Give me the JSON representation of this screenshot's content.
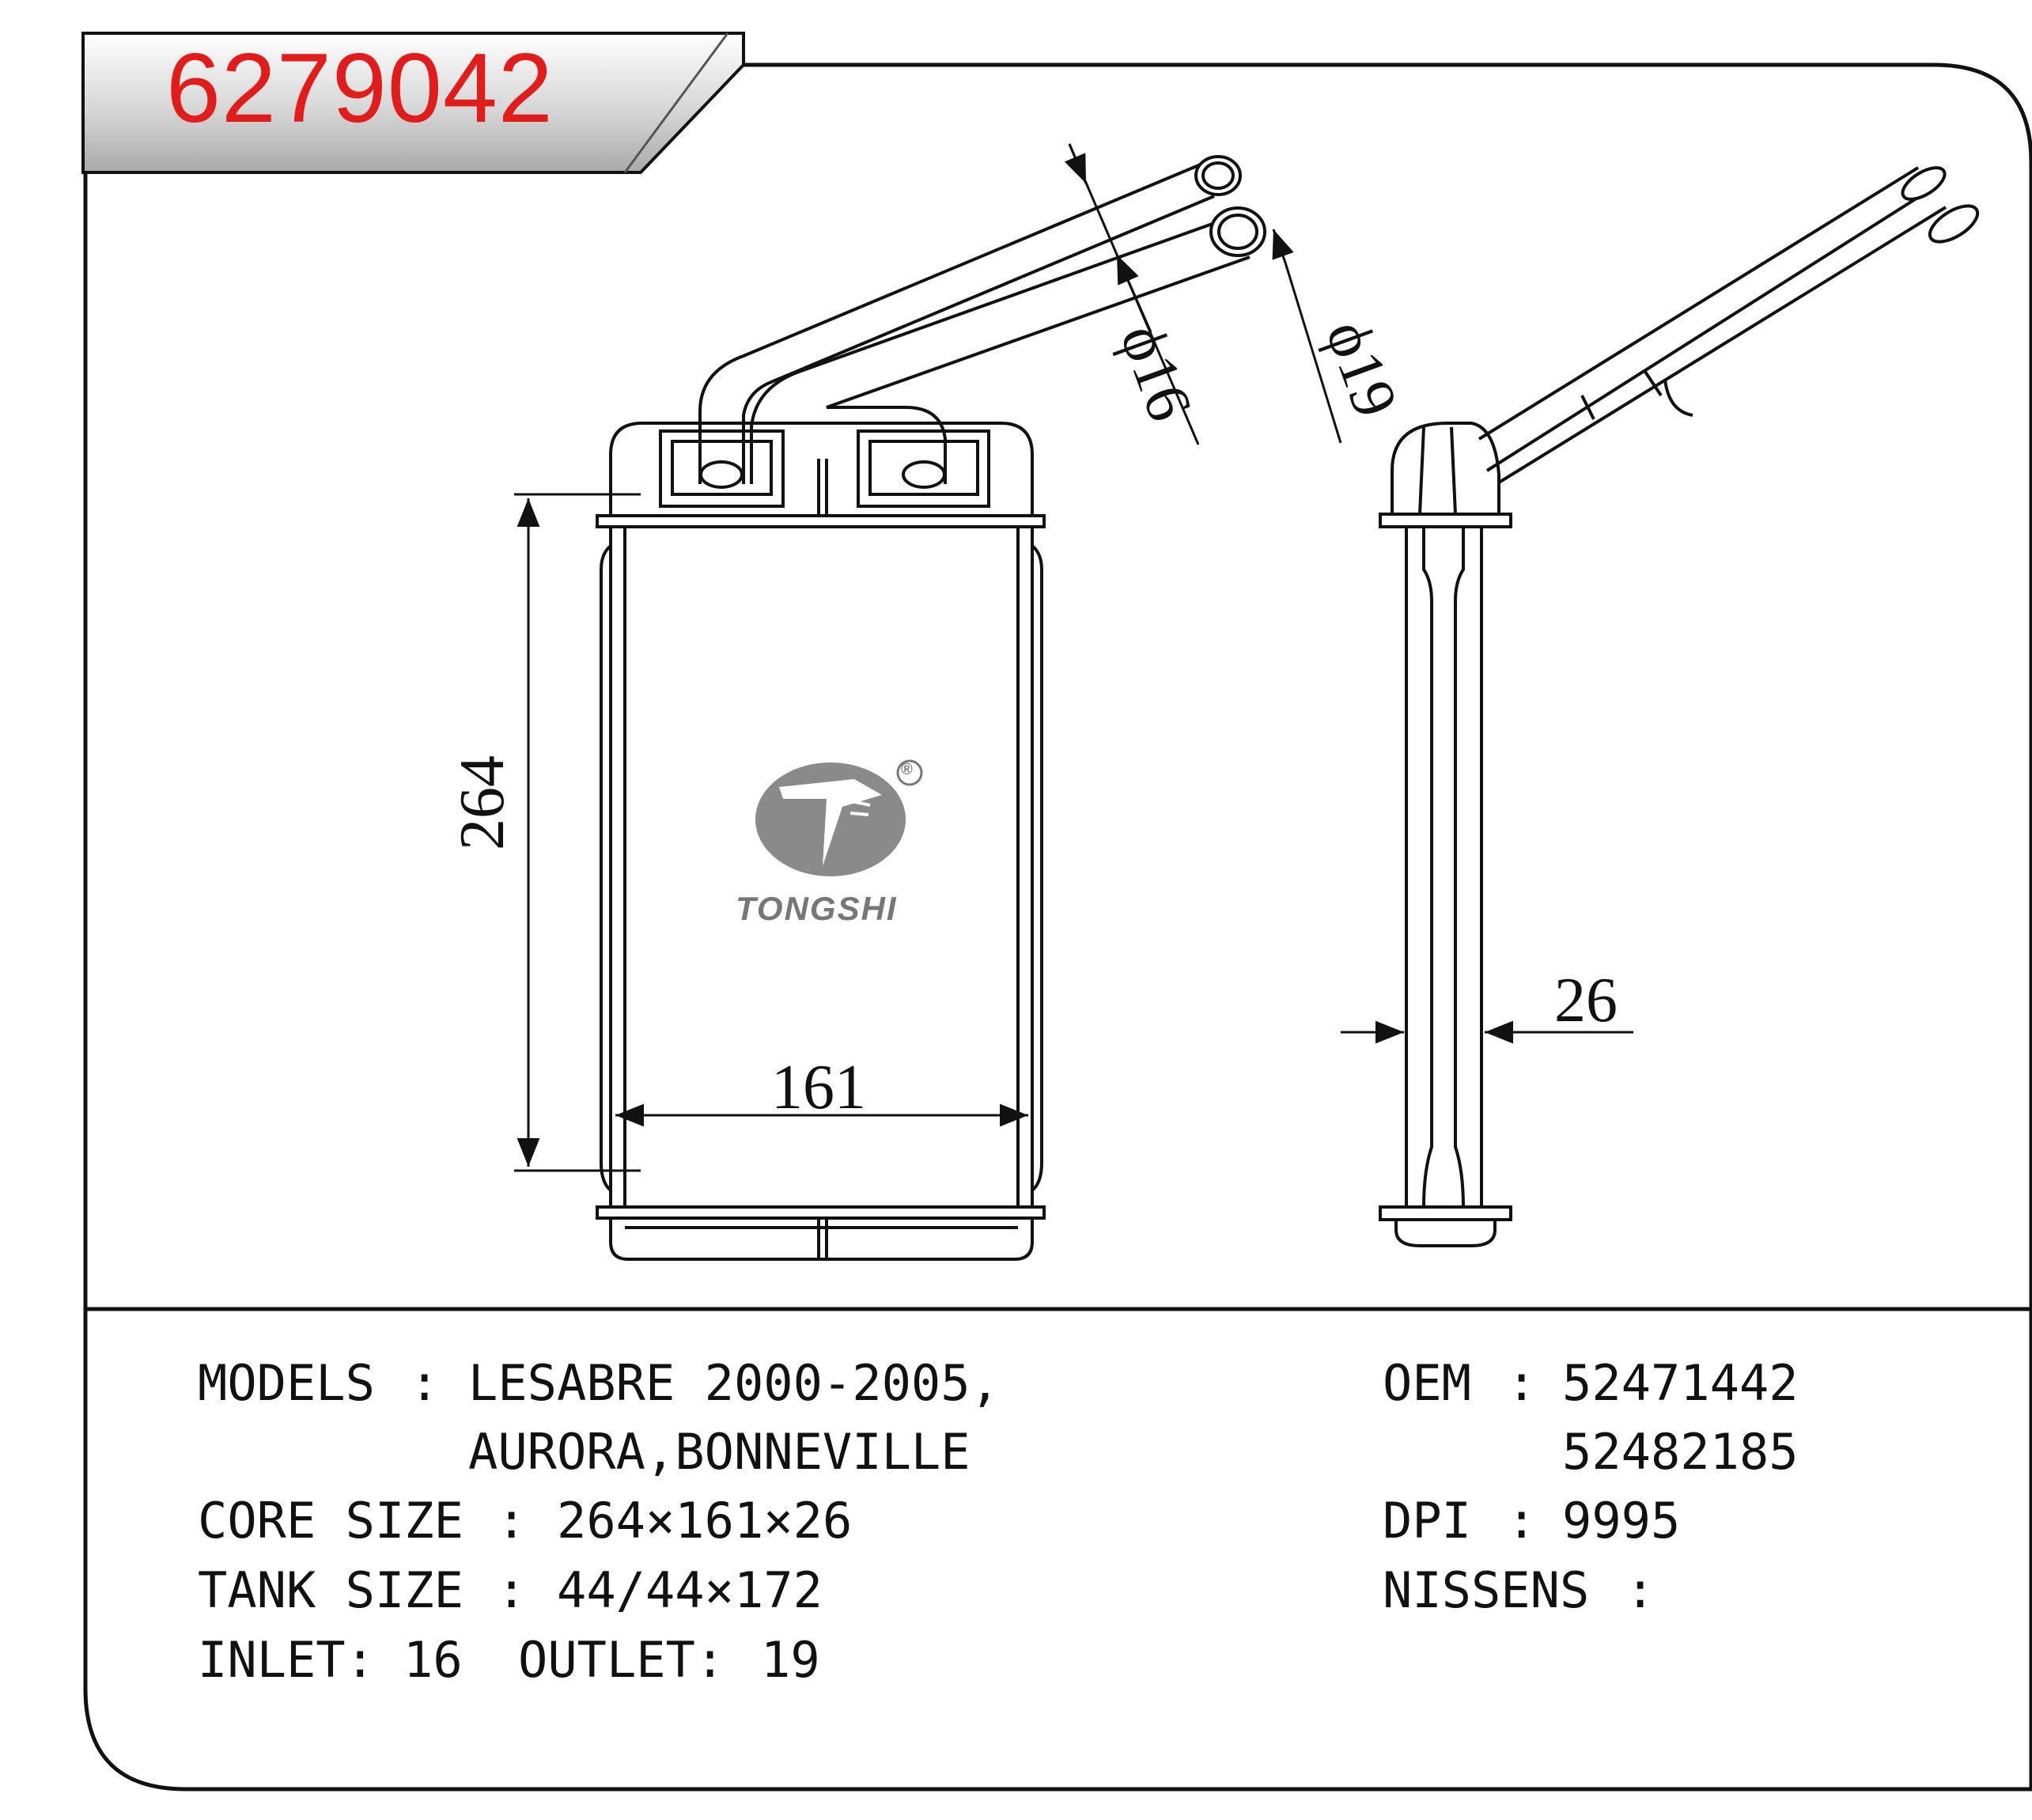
{
  "part_number": "6279042",
  "brand": {
    "name": "TONGSHI",
    "registered_mark": "®"
  },
  "dimensions": {
    "height": "264",
    "width": "161",
    "thickness": "26",
    "inlet_diameter": "ϕ16",
    "outlet_diameter": "ϕ19"
  },
  "specs": {
    "models_label": "MODELS",
    "models_line1": "LESABRE 2000-2005,",
    "models_line2": "AURORA,BONNEVILLE",
    "core_size_label": "CORE SIZE",
    "core_size_value": "264×161×26",
    "tank_size_label": "TANK SIZE",
    "tank_size_value": "44/44×172",
    "inlet_label": "INLET:",
    "inlet_value": "16",
    "outlet_label": "OUTLET:",
    "outlet_value": "19",
    "oem_label": "OEM",
    "oem_values": [
      "52471442",
      "52482185"
    ],
    "dpi_label": "DPI",
    "dpi_value": "9995",
    "nissens_label": "NISSENS",
    "nissens_value": "",
    "separator": ":"
  },
  "colors": {
    "part_number": "#e21b1b",
    "line": "#111111",
    "logo": "#7a7a7a",
    "header_band": "#cfcfcf"
  }
}
